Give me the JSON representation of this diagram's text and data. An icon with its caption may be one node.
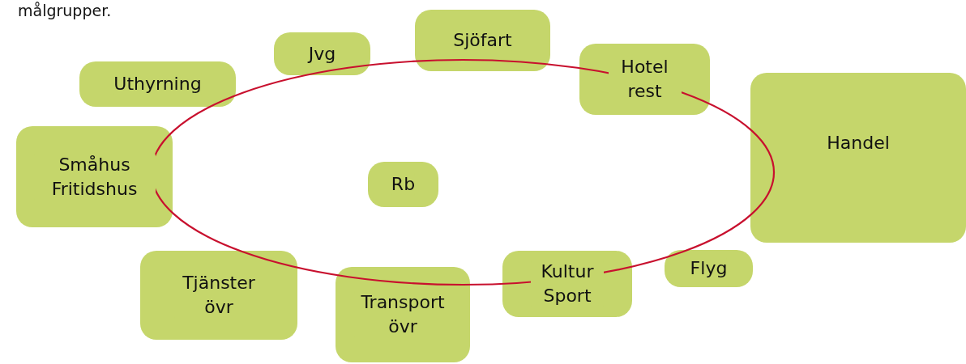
{
  "diagram": {
    "nodes": [
      {
        "text": [],
        "shape": "ellipse"
      },
      {
        "text": [
          "Sjöfart"
        ]
      },
      {
        "text": [
          "Jvg"
        ]
      },
      {
        "text": [
          "Hotel rest"
        ]
      },
      {
        "text": [
          "Uthyrning"
        ]
      },
      {
        "text": [
          "Handel"
        ]
      },
      {
        "text": [
          "Småhus Fritidshus"
        ]
      },
      {
        "text": [
          "Rb"
        ],
        "in": 0
      },
      {
        "text": [
          "Flyg"
        ]
      },
      {
        "text": [
          "Tjänster övr"
        ]
      },
      {
        "text": [
          "Kultur Sport"
        ]
      },
      {
        "text": [
          "Transport övr"
        ]
      }
    ],
    "labels": [
      "målgrupper."
    ]
  }
}
